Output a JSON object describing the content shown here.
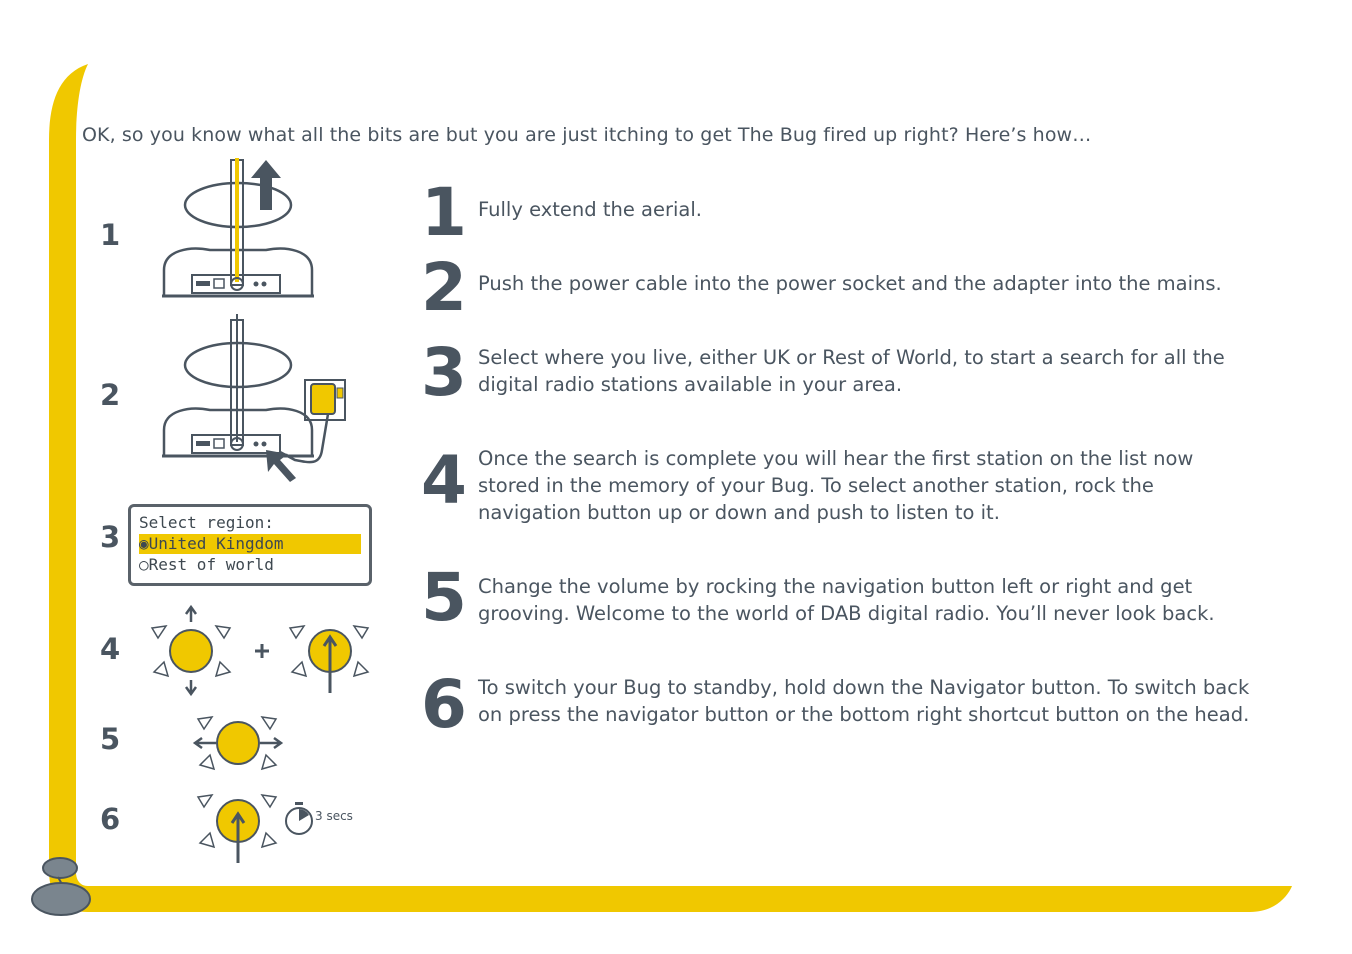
{
  "intro": "OK, so you know what all the bits are but you are just itching to get The Bug fired up right? Here’s how…",
  "diagram_labels": [
    "1",
    "2",
    "3",
    "4",
    "5",
    "6"
  ],
  "display": {
    "line1": "Select region:",
    "line2": "United Kingdom",
    "line3": "Rest of world",
    "radio_selected": "◉",
    "radio_unselected": "○"
  },
  "plus_sign": "+",
  "timer_label": "3 secs",
  "steps": [
    {
      "number": "1",
      "text": "Fully extend the aerial."
    },
    {
      "number": "2",
      "text": "Push the power cable into the power socket and the adapter into the mains."
    },
    {
      "number": "3",
      "text": "Select where you live, either UK or Rest of World, to start a search for all the digital radio stations available in your area."
    },
    {
      "number": "4",
      "text": "Once the search is complete you will hear the first station on the list now stored in the memory of your Bug. To select another station, rock the navigation button up or down and push to listen to it."
    },
    {
      "number": "5",
      "text": "Change the volume by rocking the navigation button left or right and get grooving. Welcome to the world of DAB digital radio. You’ll never look back."
    },
    {
      "number": "6",
      "text": "To switch your Bug to standby, hold down the Navigator button. To switch back on press the navigator button or the bottom right shortcut button on the head."
    }
  ],
  "colors": {
    "accent": "#f0c800",
    "ink": "#4a5560",
    "grey": "#6b7680"
  }
}
